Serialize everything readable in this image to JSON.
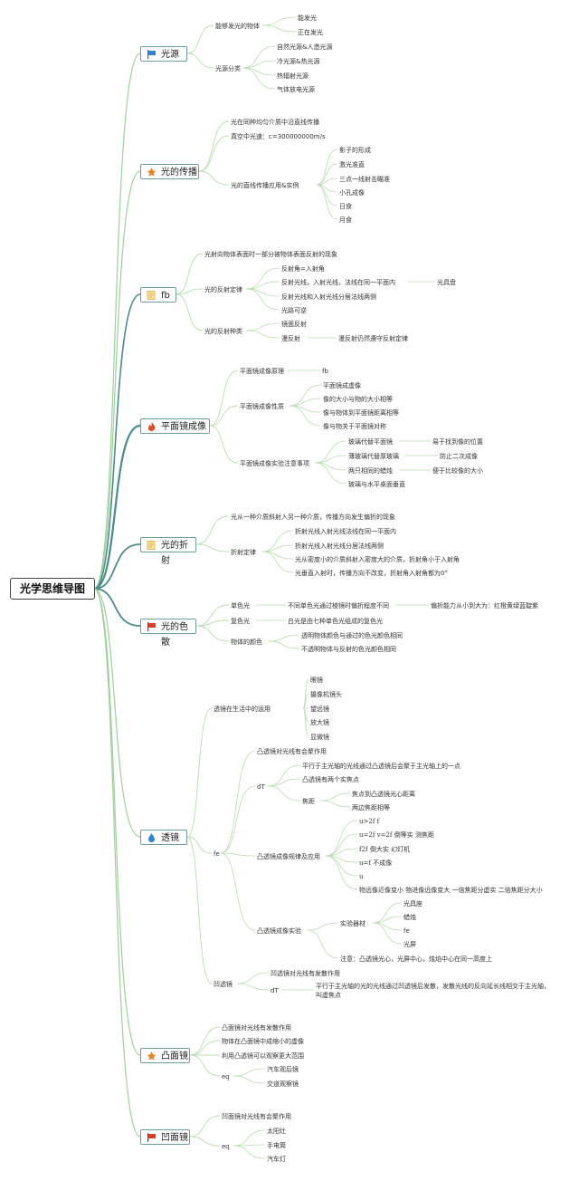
{
  "root": "光学思维导图",
  "colors": {
    "main_link": "#4a8e8a",
    "light_link": "#9ed09a",
    "leaf_link": "#b9dcb0"
  },
  "topics": {
    "t1": {
      "label": "光源",
      "icon": "blue-flag-icon",
      "a": "能够发光的物体",
      "a1": "能发光",
      "a2": "正在发光",
      "b": "光源分类",
      "b1": "自然光源&人造光源",
      "b2": "冷光源&热光源",
      "b3": "热辐射光源",
      "b4": "气体放电光源"
    },
    "t2": {
      "label": "光的传播",
      "icon": "orange-star-icon",
      "a": "光在同种均匀介质中沿直线传播",
      "b": "真空中光速：c=300000000m/s",
      "c": "光的直线传播应用&实例",
      "c1": "影子的形成",
      "c2": "激光准直",
      "c3": "三点一线射击瞄准",
      "c4": "小孔成像",
      "c5": "日食",
      "c6": "月食"
    },
    "t3": {
      "label": "fb",
      "icon": "note-icon",
      "a": "光射向物体表面时一部分被物体表面反射的现象",
      "b": "光的反射定律",
      "b1": "反射角=入射角",
      "b2": "反射光线，入射光线，法线在同一平面内",
      "b2a": "光具盘",
      "b3": "反射光线和入射光线分居法线两侧",
      "b4": "光路可逆",
      "c": "光的反射种类",
      "c1": "镜面反射",
      "c2": "漫反射",
      "c2a": "漫反射仍然遵守反射定律"
    },
    "t4": {
      "label": "平面镜成像",
      "icon": "fire-icon",
      "a": "平面镜成像原理",
      "a1": "fb",
      "b": "平面镜成像性质",
      "b1": "平面镜成虚像",
      "b2": "像的大小与物的大小相等",
      "b3": "像与物体到平面镜距离相等",
      "b4": "像与物关于平面镜对称",
      "c": "平面镜成像实验注意事项",
      "c1": "玻璃代替平面镜",
      "c1a": "易于找到像的位置",
      "c2": "薄玻璃代替厚玻璃",
      "c2a": "防止二次成像",
      "c3": "两只相同的蜡烛",
      "c3a": "便于比较像的大小",
      "c4": "玻璃与水平桌面垂直"
    },
    "t5": {
      "label": "光的折射",
      "icon": "note-icon",
      "a": "光从一种介质斜射入另一种介质，传播方向发生偏折的现象",
      "b": "折射定律",
      "b1": "折射光线入射光线法线在同一平面内",
      "b2": "折射光线入射光线分居法线两侧",
      "b3": "光从密度小的介质斜射入密度大的介质，折射角小于入射角",
      "b4": "光垂直入射时，传播方向不改变，折射角入射角都为0°"
    },
    "t6": {
      "label": "光的色散",
      "icon": "red-flag-icon",
      "a": "单色光",
      "a1": "不同单色光通过棱镜时偏折程度不同",
      "a2": "偏折能力从小到大为：红橙黄绿蓝靛紫",
      "b": "复色光",
      "b1": "白光是由七种单色光组成的复色光",
      "c": "物体的颜色",
      "c1": "透明物体颜色与通过的色光颜色相同",
      "c2": "不透明物体与反射的色光颜色相同"
    },
    "t7": {
      "label": "透镜",
      "icon": "water-drop-icon",
      "a": "透镜在生活中的运用",
      "a1": "眼镜",
      "a2": "摄像机镜头",
      "a3": "望远镜",
      "a4": "放大镜",
      "a5": "显微镜",
      "fe": "fe",
      "f1": "凸透镜对光线有会聚作用",
      "f2": "dT",
      "f2a": "平行于主光轴的光线通过凸透镜后会聚于主光轴上的一点",
      "f2b": "凸透镜有两个实焦点",
      "f2c": "焦距",
      "f2c1": "焦点到凸透镜光心距离",
      "f2c2": "两边焦距相等",
      "f3": "凸透镜成像规律及应用",
      "f3a": "u>2f f",
      "f3b": "u=2f v=2f 倒等实 测焦距",
      "f3c": "f2f 倒大实 幻灯机",
      "f3d": "u=f 不成像",
      "f3e": "u",
      "f3f": "物远像近像变小 物进像远像变大 一倍焦距分虚实 二倍焦距分大小",
      "f4": "凸透镜成像实验",
      "f4a": "实验器材",
      "f4a1": "光具座",
      "f4a2": "蜡烛",
      "f4a3": "fe",
      "f4a4": "光屏",
      "f4b": "注意：凸透镜光心，光屏中心，烛焰中心在同一高度上",
      "g": "凹透镜",
      "g1": "凹透镜对光线有发散作用",
      "g2": "dT",
      "g2a": "平行于主光轴的光的光线通过凹透镜后发散，发散光线的反向延长线相交于主光轴，叫虚焦点"
    },
    "t8": {
      "label": "凸面镜",
      "icon": "orange-star-icon",
      "a": "凸面镜对光线有发散作用",
      "b": "物体在凸面镜中成缩小的虚像",
      "c": "利用凸透镜可以观察更大范围",
      "d": "eq",
      "d1": "汽车观后镜",
      "d2": "交道观察镜"
    },
    "t9": {
      "label": "凹面镜",
      "icon": "red-flag-icon",
      "a": "凹面镜对光线有会聚作用",
      "b": "eq",
      "b1": "太阳灶",
      "b2": "手电筒",
      "b3": "汽车灯"
    }
  }
}
